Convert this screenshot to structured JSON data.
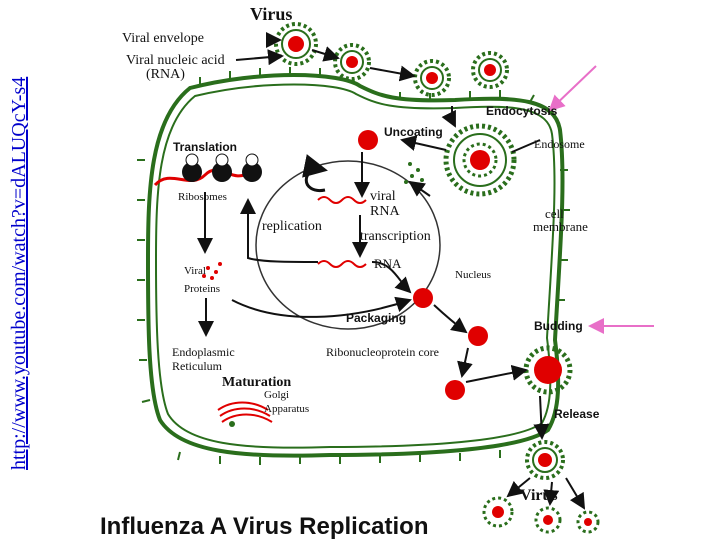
{
  "link_text": "http://www.youtube.com/watch?v=dALUQcY-s4",
  "title": "Influenza A Virus Replication",
  "labels": {
    "virus_top": "Virus",
    "viral_envelope": "Viral envelope",
    "viral_nucleic_acid": "Viral nucleic acid",
    "rna_paren": "(RNA)",
    "endocytosis": "Endocytosis",
    "uncoating": "Uncoating",
    "endosome": "Endosome",
    "cell_membrane_1": "cell",
    "cell_membrane_2": "membrane",
    "translation": "Translation",
    "ribosomes": "Ribosomes",
    "viral_1": "viral",
    "viral_rna": "RNA",
    "replication": "replication",
    "transcription": "transcription",
    "rna": "RNA",
    "nucleus": "Nucleus",
    "viral_proteins_1": "Viral",
    "viral_proteins_2": "Proteins",
    "packaging": "Packaging",
    "budding": "Budding",
    "er_1": "Endoplasmic",
    "er_2": "Reticulum",
    "rnp_core": "Ribonucleoprotein core",
    "maturation": "Maturation",
    "golgi_1": "Golgi",
    "golgi_2": "Apparatus",
    "release": "Release",
    "virus_bottom": "Virus"
  },
  "colors": {
    "membrane": "#2a6e1c",
    "virion_core": "#e00000",
    "pointer_arrow": "#e86fc8",
    "link": "#0000cc"
  }
}
